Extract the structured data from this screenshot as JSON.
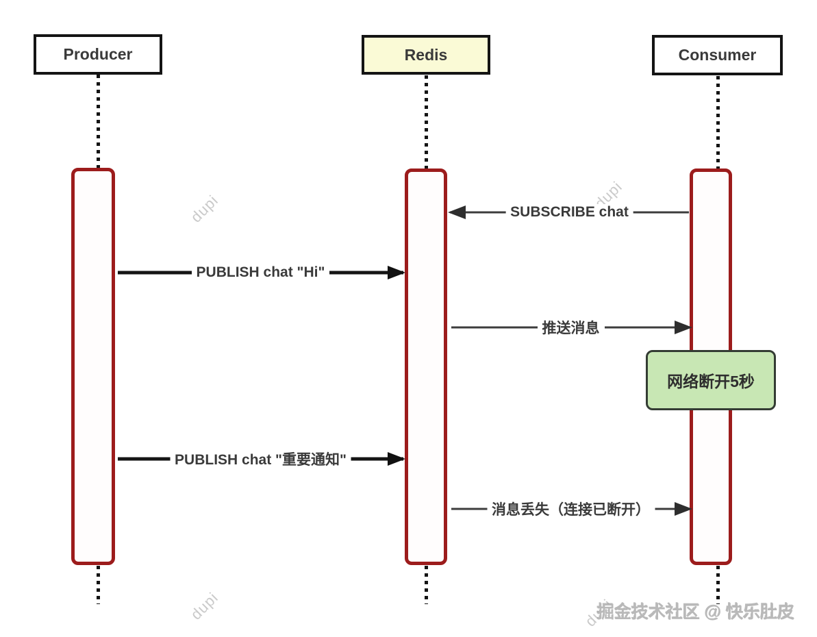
{
  "actors": [
    {
      "label": "Producer",
      "fill": "#ffffff"
    },
    {
      "label": "Redis",
      "fill": "#fafad6"
    },
    {
      "label": "Consumer",
      "fill": "#ffffff"
    }
  ],
  "messages": [
    {
      "label": "SUBSCRIBE chat",
      "from": "Consumer",
      "to": "Redis",
      "direction": "left"
    },
    {
      "label": "PUBLISH chat \"Hi\"",
      "from": "Producer",
      "to": "Redis",
      "direction": "right"
    },
    {
      "label": "推送消息",
      "from": "Redis",
      "to": "Consumer",
      "direction": "right"
    },
    {
      "label": "PUBLISH chat \"重要通知\"",
      "from": "Producer",
      "to": "Redis",
      "direction": "right"
    },
    {
      "label": "消息丢失（连接已断开）",
      "from": "Redis",
      "to": "Consumer",
      "direction": "right"
    }
  ],
  "note": {
    "label": "网络断开5秒",
    "fill": "#c8e7b4"
  },
  "watermark": {
    "text": "dupi"
  },
  "credit": {
    "text": "掘金技术社区 @ 快乐肚皮"
  },
  "colors": {
    "activation_border": "#9c1c1c",
    "message_line": "#3c3c3c",
    "publish_line": "#151515",
    "actor_border": "#141414",
    "redis_fill": "#fafad6",
    "note_fill": "#c8e7b4",
    "note_border": "#343c34",
    "watermark_gray": "#cacaca"
  }
}
